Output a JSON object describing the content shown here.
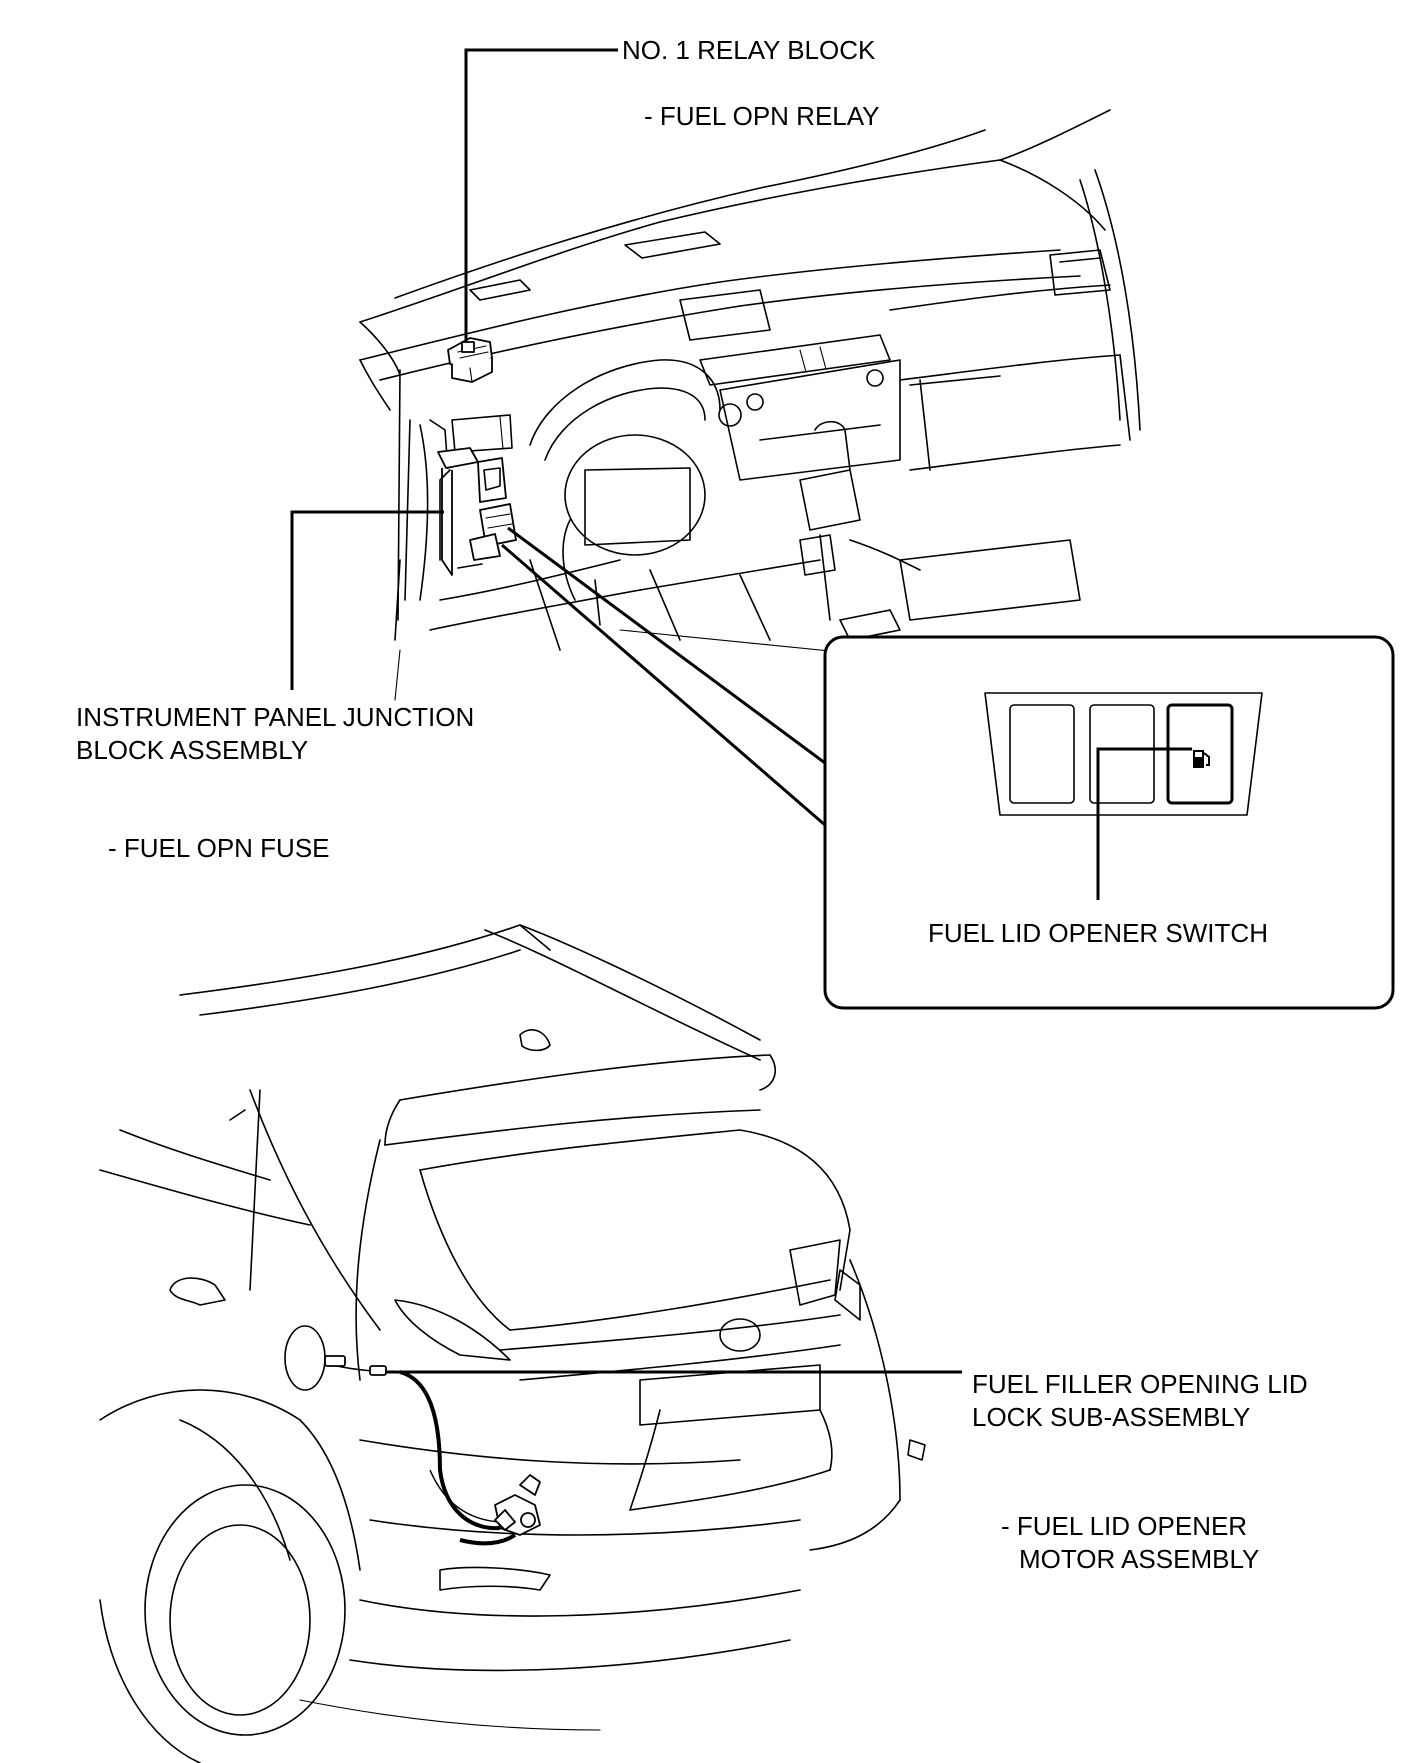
{
  "labels": {
    "relay_block": "NO. 1 RELAY BLOCK",
    "fuel_opn_relay": "- FUEL OPN RELAY",
    "junction_block_line1": "INSTRUMENT PANEL JUNCTION",
    "junction_block_line2": "BLOCK ASSEMBLY",
    "fuel_opn_fuse": "- FUEL OPN FUSE",
    "opener_switch": "FUEL LID OPENER SWITCH",
    "lid_lock_line1": "FUEL FILLER OPENING LID",
    "lid_lock_line2": "LOCK SUB-ASSEMBLY",
    "opener_motor_line1": "- FUEL LID OPENER",
    "opener_motor_line2": "MOTOR ASSEMBLY"
  },
  "icons": {
    "switch_symbol": "fuel-pump-icon"
  },
  "colors": {
    "line": "#000000",
    "background": "#ffffff"
  }
}
